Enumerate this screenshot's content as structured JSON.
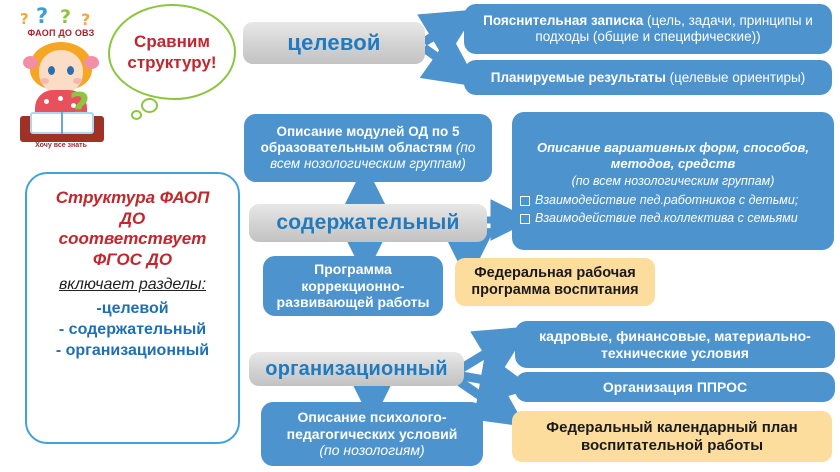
{
  "clipart": {
    "caption_top": "ФАОП ДО ОВЗ",
    "caption_bottom": "Хочу все знать",
    "question_marks": [
      "?",
      "?",
      "?",
      "?",
      "?"
    ]
  },
  "bubble": {
    "line1": "Сравним",
    "line2": "структуру!"
  },
  "summary_card": {
    "red_line1": "Структура ФАОП",
    "red_line2": "ДО",
    "red_line3": "соответствует",
    "red_line4": "ФГОС ДО",
    "includes_label": "включает разделы:",
    "items": [
      "-целевой",
      "-  содержательный",
      "-  организационный"
    ]
  },
  "sections": {
    "target": "целевой",
    "content": "содержательный",
    "organizational": "организационный"
  },
  "target_boxes": [
    {
      "bold": "Пояснительная записка",
      "normal": " (цель, задачи, принципы и подходы (общие и специфические))"
    },
    {
      "bold": "Планируемые результаты",
      "normal": " (целевые ориентиры)"
    }
  ],
  "content_boxes": {
    "modules": {
      "bold": "Описание модулей ОД по 5 образовательным областям",
      "italic": " (по всем нозологическим группам)"
    },
    "variable_forms": {
      "title": "Описание вариативных форм, способов, методов, средств",
      "subtitle": "(по всем нозологическим группам)",
      "bullets": [
        "Взаимодействие  пед.работников  с детьми;",
        "Взаимодействие  пед.коллектива  с семьями"
      ]
    },
    "correction_program": "Программа коррекционно-развивающей работы",
    "federal_education_program": "Федеральная рабочая программа воспитания"
  },
  "organizational_boxes": {
    "psych_ped": {
      "main": "Описание психолого-педагогических условий",
      "italic": "(по нозологиям)"
    },
    "conditions": "кадровые, финансовые, материально-технические условия",
    "ppros": "Организация ППРОС",
    "federal_calendar_plan": "Федеральный календарный план воспитательной работы"
  },
  "colors": {
    "blue_box": "#4d93ce",
    "yellow_box": "#fcdd9d",
    "gray_pill": "#d2d2d2",
    "pill_text": "#1f7ac0",
    "red_text": "#c0282d",
    "arrow": "#4d93ce",
    "bubble_outline": "#8cc63f",
    "card_outline": "#41a2d8"
  }
}
